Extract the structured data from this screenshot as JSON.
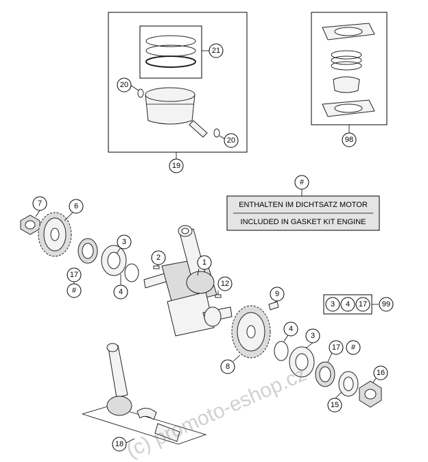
{
  "callouts": {
    "c1": "1",
    "c2": "2",
    "c3a": "3",
    "c3b": "3",
    "c4a": "4",
    "c4b": "4",
    "c6": "6",
    "c7": "7",
    "c8": "8",
    "c9": "9",
    "c12": "12",
    "c15": "15",
    "c16": "16",
    "c17a": "17",
    "c17b": "17",
    "c18": "18",
    "c19": "19",
    "c20a": "20",
    "c20b": "20",
    "c21": "21",
    "c98": "98",
    "hash_a": "#",
    "hash_b": "#",
    "hash_c": "#"
  },
  "note": {
    "line1": "ENTHALTEN IM DICHTSATZ MOTOR",
    "line2": "INCLUDED IN GASKET KIT ENGINE"
  },
  "kit": {
    "items": [
      "3",
      "4",
      "17"
    ],
    "result": "99"
  },
  "watermark": "(c) promoto-eshop.cz"
}
